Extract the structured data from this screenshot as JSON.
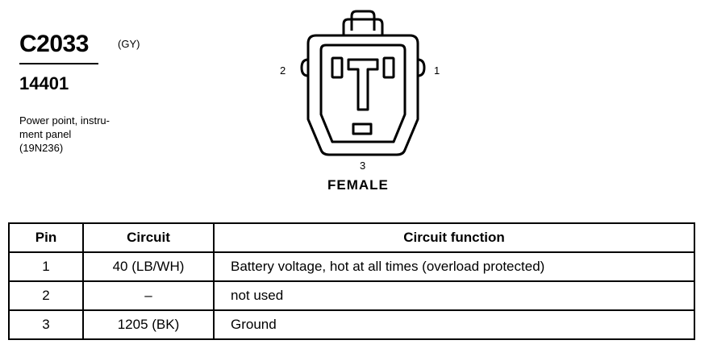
{
  "connector": {
    "id": "C2033",
    "color_code": "(GY)",
    "part_number": "14401",
    "description_lines": [
      "Power point, instru-",
      "ment panel",
      "(19N236)"
    ]
  },
  "diagram": {
    "pin_labels": {
      "left": "2",
      "right": "1",
      "bottom": "3"
    },
    "gender": "FEMALE"
  },
  "table": {
    "headers": [
      "Pin",
      "Circuit",
      "Circuit function"
    ],
    "rows": [
      {
        "pin": "1",
        "circuit": "40 (LB/WH)",
        "function": "Battery voltage, hot at all times (overload protected)"
      },
      {
        "pin": "2",
        "circuit": "–",
        "function": "not used"
      },
      {
        "pin": "3",
        "circuit": "1205 (BK)",
        "function": "Ground"
      }
    ]
  }
}
